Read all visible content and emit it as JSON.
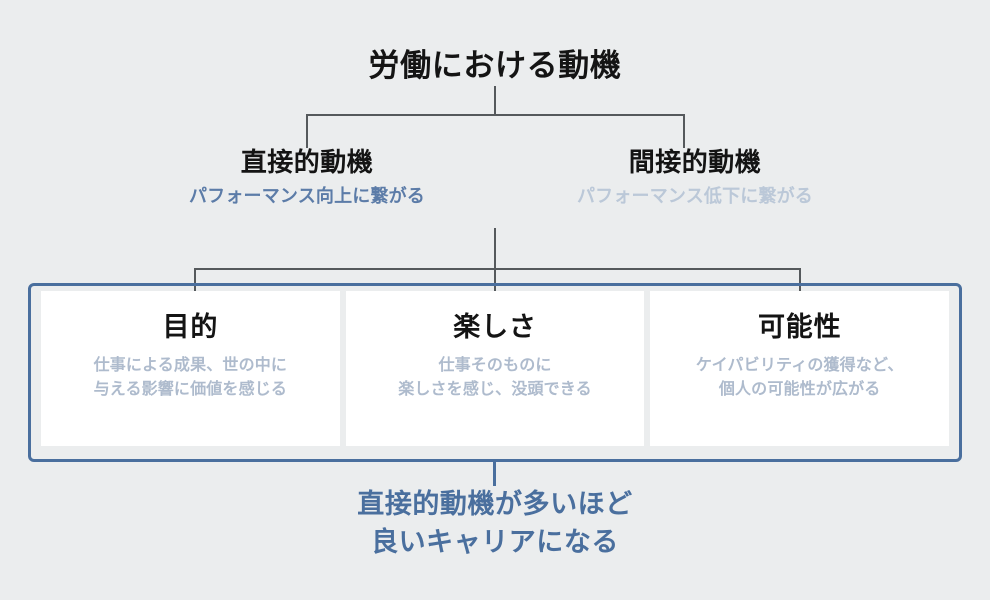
{
  "diagram": {
    "root": {
      "label": "労働における動機"
    },
    "branches": [
      {
        "id": "direct",
        "title": "直接的動機",
        "subtitle": "パフォーマンス向上に繋がる",
        "subtitle_color": "#5c7ca8"
      },
      {
        "id": "indirect",
        "title": "間接的動機",
        "subtitle": "パフォーマンス低下に繋がる",
        "subtitle_color": "#bbc8d8"
      }
    ],
    "cards": [
      {
        "title": "目的",
        "desc_line1": "仕事による成果、世の中に",
        "desc_line2": "与える影響に価値を感じる"
      },
      {
        "title": "楽しさ",
        "desc_line1": "仕事そのものに",
        "desc_line2": "楽しさを感じ、没頭できる"
      },
      {
        "title": "可能性",
        "desc_line1": "ケイパビリティの獲得など、",
        "desc_line2": "個人の可能性が広がる"
      }
    ],
    "conclusion": {
      "line1": "直接的動機が多いほど",
      "line2": "良いキャリアになる"
    },
    "colors": {
      "background": "#ebedee",
      "accent_blue": "#4a6f9e",
      "connector_gray": "#55595c",
      "card_background": "#ffffff",
      "heading_text": "#141414",
      "card_desc_text": "#aebbcd"
    }
  }
}
